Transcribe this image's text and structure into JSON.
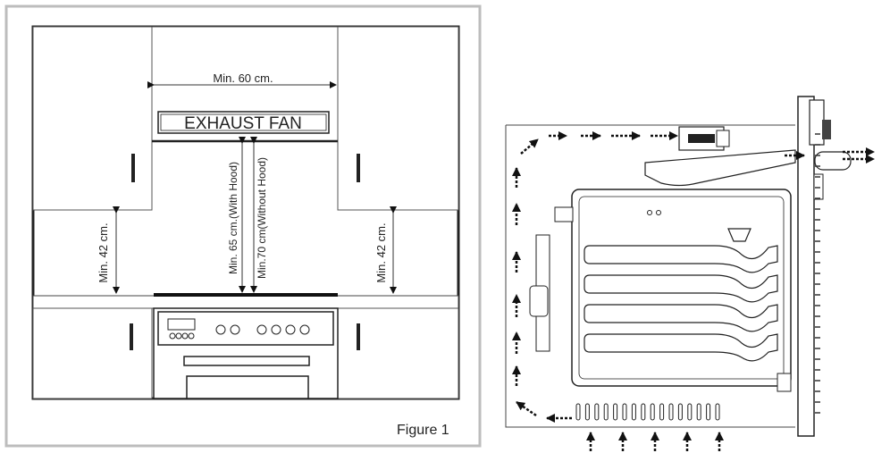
{
  "figure_left": {
    "dim_top": "Min. 60 cm.",
    "fan_label": "EXHAUST FAN",
    "dim_hood": "Min. 65 cm.(With Hood)",
    "dim_no_hood": "Min.70 cm(Without Hood)",
    "dim_left": "Min. 42 cm.",
    "dim_right": "Min. 42 cm.",
    "caption": "Figure 1"
  },
  "figure_right": {
    "rack_count": 4,
    "vent_slot_count": 16,
    "inlet_arrow_count": 5
  }
}
